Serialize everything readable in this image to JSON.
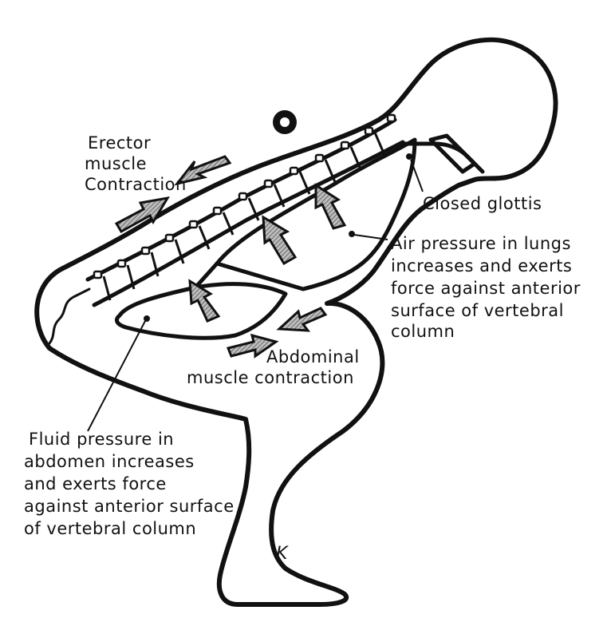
{
  "labels": {
    "erector": [
      "Erector",
      "muscle",
      "Contraction"
    ],
    "glottis": [
      "Closed glottis"
    ],
    "air": [
      "Air pressure in lungs",
      "increases and exerts",
      "force against anterior",
      "surface of vertebral",
      "column"
    ],
    "abdominal": [
      "Abdominal",
      "muscle contraction"
    ],
    "fluid": [
      "Fluid pressure in",
      "abdomen increases",
      "and exerts force",
      "against anterior surface",
      "of vertebral column"
    ],
    "signature": "K"
  },
  "colors": {
    "ink": "#111111",
    "arrow_fill": "#8a8a8a",
    "background": "#ffffff"
  }
}
